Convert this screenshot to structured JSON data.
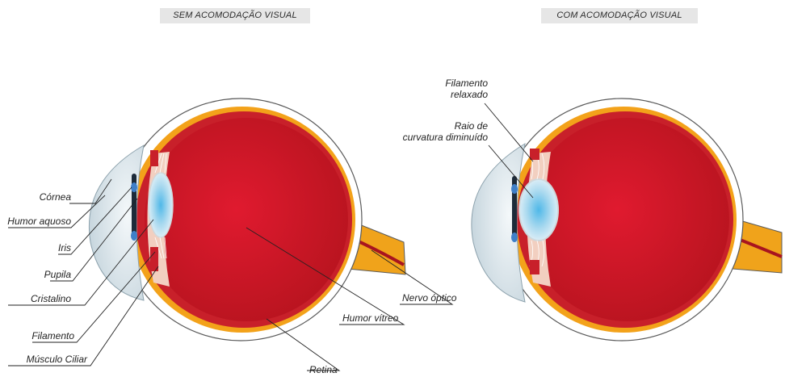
{
  "titles": {
    "left": "SEM ACOMODAÇÃO VISUAL",
    "right": "COM ACOMODAÇÃO VISUAL"
  },
  "left_labels": {
    "cornea": "Córnea",
    "humor_aquoso": "Humor aquoso",
    "iris": "Iris",
    "pupila": "Pupila",
    "cristalino": "Cristalino",
    "filamento": "Filamento",
    "musculo_ciliar": "Músculo Ciliar",
    "humor_vitreo": "Humor vítreo",
    "nervo_optico": "Nervo óptico",
    "retina": "Retina"
  },
  "right_labels": {
    "filamento_relaxado_1": "Filamento",
    "filamento_relaxado_2": "relaxado",
    "raio_1": "Raio de",
    "raio_2": "curvatura diminuído"
  },
  "colors": {
    "sclera": "#ffffff",
    "sclera_outline": "#5a5a5a",
    "pale_layer": "#f2cfc0",
    "orange_layer": "#f3a21a",
    "choroid_red": "#c8202a",
    "vitreous_red": "#d7182b",
    "cornea_blue": "#dce8ee",
    "lens_blue": "#5bc0e8",
    "optic_nerve": "#f0a31b"
  }
}
